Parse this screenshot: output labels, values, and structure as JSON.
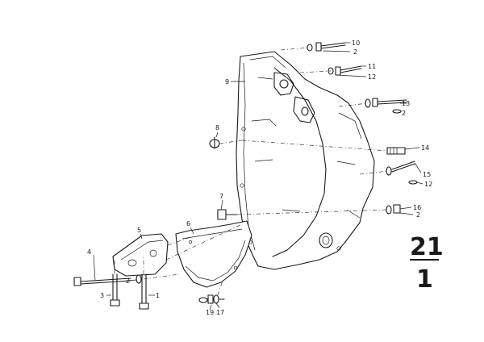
{
  "callouts": {
    "c10": "10",
    "c2a": "2",
    "c11": "11",
    "c12a": "12",
    "c9": "9",
    "c13": "13",
    "c2b": "2",
    "c8": "8",
    "c14": "14",
    "c15": "15",
    "c12b": "12",
    "c7": "7",
    "c16": "16",
    "c2c": "2",
    "c6": "6",
    "c5": "5",
    "c4": "4",
    "c2d": "2",
    "c3": "3",
    "c1": "1",
    "c19": "19",
    "c17": "17"
  },
  "reference": {
    "top": "21",
    "bottom": "1"
  }
}
